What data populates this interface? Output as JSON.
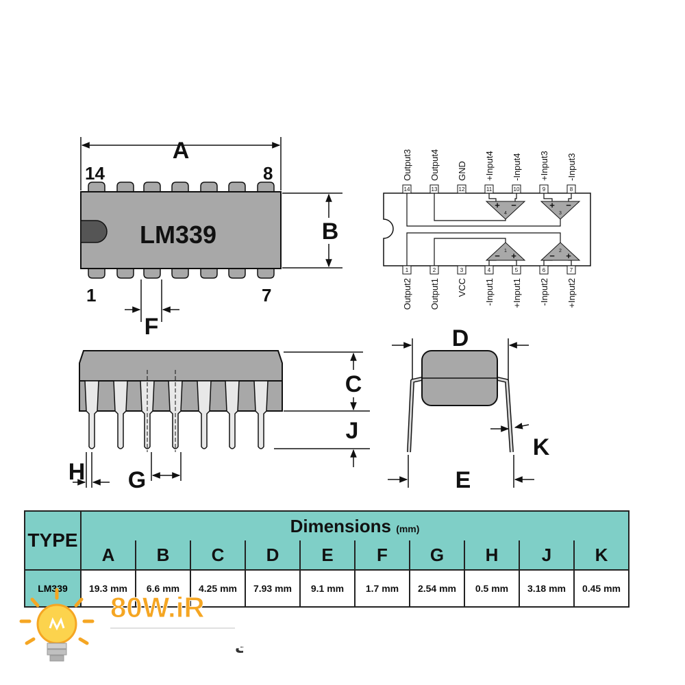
{
  "top_view": {
    "dim_a": "A",
    "dim_b": "B",
    "dim_f": "F",
    "chip_label": "LM339",
    "pin14": "14",
    "pin8": "8",
    "pin1": "1",
    "pin7": "7"
  },
  "side_view": {
    "dim_c": "C",
    "dim_j": "J",
    "dim_h": "H",
    "dim_g": "G"
  },
  "end_view": {
    "dim_d": "D",
    "dim_e": "E",
    "dim_k": "K"
  },
  "pinout": {
    "top_pins": [
      {
        "num": "14",
        "label": "Output3"
      },
      {
        "num": "13",
        "label": "Output4"
      },
      {
        "num": "12",
        "label": "GND"
      },
      {
        "num": "11",
        "label": "+Input4"
      },
      {
        "num": "10",
        "label": "-Input4"
      },
      {
        "num": "9",
        "label": "+Input3"
      },
      {
        "num": "8",
        "label": "-Input3"
      }
    ],
    "bottom_pins": [
      {
        "num": "1",
        "label": "Output2"
      },
      {
        "num": "2",
        "label": "Output1"
      },
      {
        "num": "3",
        "label": "VCC"
      },
      {
        "num": "4",
        "label": "-Input1"
      },
      {
        "num": "5",
        "label": "+Input1"
      },
      {
        "num": "6",
        "label": "-Input2"
      },
      {
        "num": "7",
        "label": "+Input2"
      }
    ],
    "comparators": [
      {
        "num": "4"
      },
      {
        "num": "3"
      },
      {
        "num": "1"
      },
      {
        "num": "2"
      }
    ]
  },
  "table": {
    "type_header": "TYPE",
    "dimensions_title": "Dimensions",
    "dimensions_unit": "(mm)",
    "columns": [
      "A",
      "B",
      "C",
      "D",
      "E",
      "F",
      "G",
      "H",
      "J",
      "K"
    ],
    "row_type": "LM339",
    "values": [
      "19.3 mm",
      "6.6 mm",
      "4.25 mm",
      "7.93 mm",
      "9.1 mm",
      "1.7 mm",
      "2.54 mm",
      "0.5 mm",
      "3.18 mm",
      "0.45 mm"
    ]
  },
  "watermark": {
    "brand": "80W.iR",
    "subtitle": "فروشگاه ۸۰ وات"
  },
  "colors": {
    "chip": "#a8a8a8",
    "table_header": "#7fcfc7",
    "accent_orange": "#f5a623"
  }
}
